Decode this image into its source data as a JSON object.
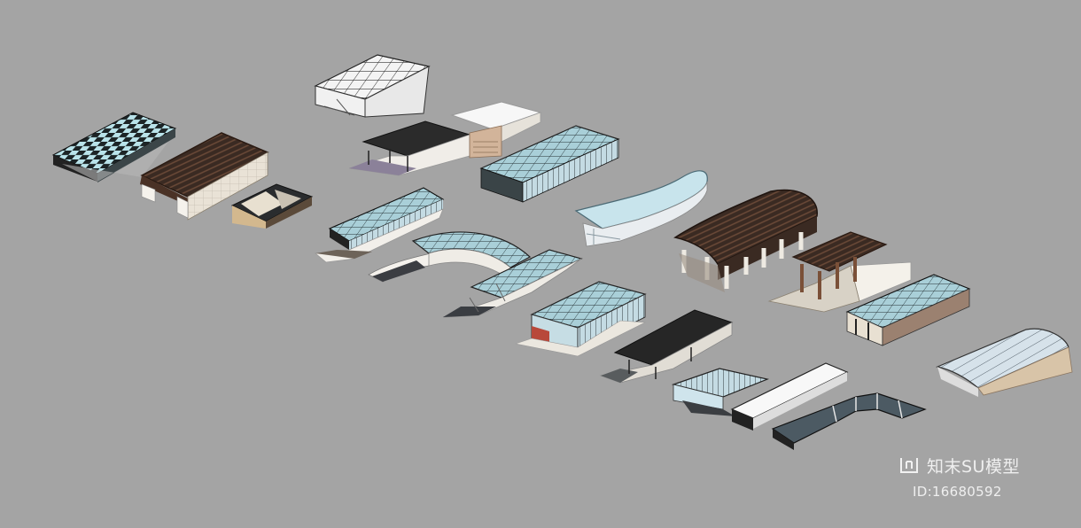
{
  "scene": {
    "background_color": "#a4a4a4",
    "models": [
      "checkered-glass-canopy",
      "dark-slatted-roof-entrance",
      "faceted-triangle-pavilion",
      "grid-glass-box-canopy",
      "sloped-ramp-entrance-dark-roof",
      "white-block-entrance",
      "long-glass-frame-canopy",
      "curved-glass-canopy",
      "long-glass-roof-entrance",
      "curved-arch-glass-canopy",
      "straight-glass-ramp-canopy",
      "glass-cube-pavilion",
      "dark-barrel-vault-pavilion",
      "pergola-ramp-entrance",
      "glazed-frame-entrance",
      "dark-flat-roof-ramp",
      "glass-louver-entrance",
      "white-angled-entrance",
      "curved-step-canopy",
      "barrel-glass-canopy"
    ]
  },
  "watermark": {
    "brand": "知末SU模型",
    "id_text": "ID:16680592",
    "logo_icon": "zhimo-logo-icon"
  }
}
